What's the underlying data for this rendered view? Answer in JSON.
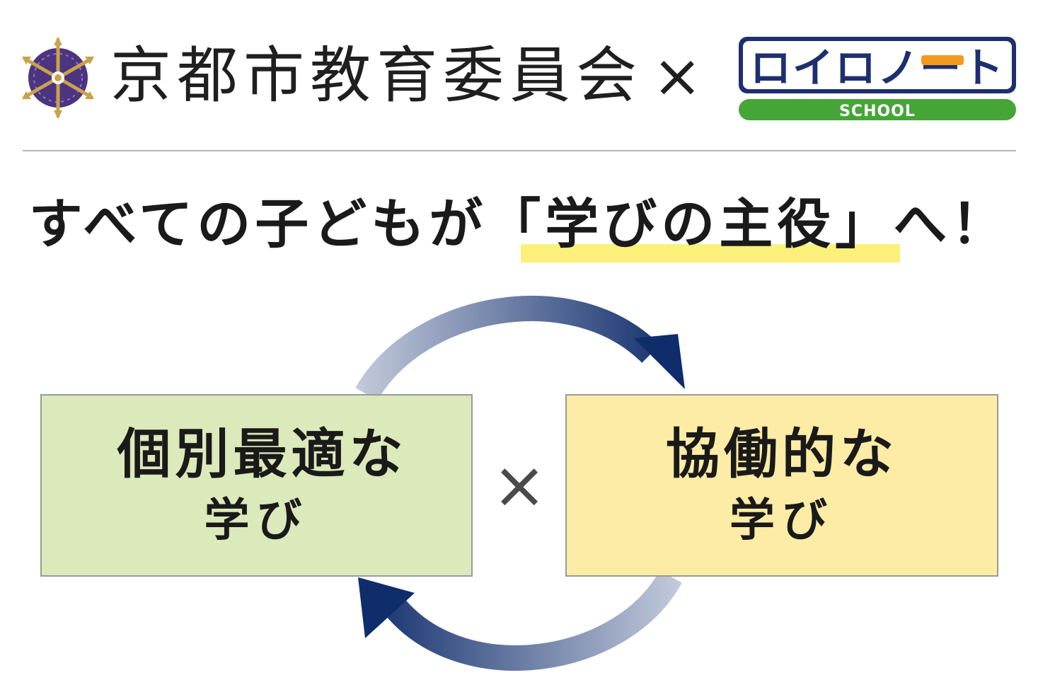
{
  "header": {
    "organization": "京都市教育委員会",
    "cross": "×",
    "partner_logo_text": "ロイロノート",
    "partner_logo_sub": "SCHOOL"
  },
  "headline": {
    "text": "すべての子どもが「学びの主役」へ！"
  },
  "diagram": {
    "left_box": {
      "main": "個別最適な",
      "sub": "学び"
    },
    "cross": "×",
    "right_box": {
      "main": "協働的な",
      "sub": "学び"
    }
  },
  "colors": {
    "left_box_fill": "#dce9ba",
    "right_box_fill": "#fdeca5",
    "highlight": "#fbf07a",
    "arrow_dark": "#0f2c6b",
    "arrow_light": "#c2cadb",
    "logo_navy": "#1d2f6f",
    "logo_orange": "#f39a1e",
    "logo_green": "#46a537",
    "emblem_purple": "#4d3480",
    "emblem_gold": "#b8903a"
  },
  "icons": [
    "kyoto-city-emblem-icon",
    "cycle-arrow-icon",
    "multiply-icon"
  ]
}
